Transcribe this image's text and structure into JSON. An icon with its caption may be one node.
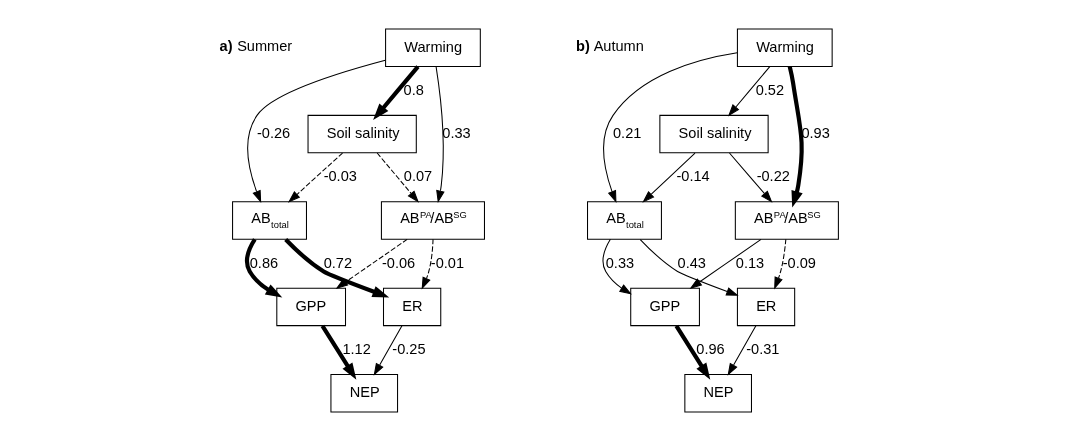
{
  "diagram": {
    "nodes": [
      {
        "text": [
          "Warming"
        ]
      },
      {
        "text": [
          "Soil salinity"
        ]
      },
      {
        "text": [
          "AB$_{total}$"
        ]
      },
      {
        "text": [
          "AB$^{PA}$/AB$^{SG}$"
        ]
      },
      {
        "text": [
          "GPP"
        ]
      },
      {
        "text": [
          "ER"
        ]
      },
      {
        "text": [
          "NEP"
        ]
      },
      {
        "text": [
          "Warming"
        ]
      },
      {
        "text": [
          "Soil salinity"
        ]
      },
      {
        "text": [
          "AB$_{total}$"
        ]
      },
      {
        "text": [
          "AB$^{PA}$/AB$^{SG}$"
        ]
      },
      {
        "text": [
          "GPP"
        ]
      },
      {
        "text": [
          "ER"
        ]
      },
      {
        "text": [
          "NEP"
        ]
      }
    ],
    "edges": [
      {
        "from": 0,
        "to": 1,
        "arrow": "to",
        "label": "0.8",
        "style": "thick"
      },
      {
        "from": 0,
        "to": 2,
        "arrow": "to",
        "label": "-0.26"
      },
      {
        "from": 0,
        "to": 3,
        "arrow": "to",
        "label": "0.33"
      },
      {
        "from": 1,
        "to": 2,
        "arrow": "to",
        "label": "-0.03",
        "style": "dashed"
      },
      {
        "from": 1,
        "to": 3,
        "arrow": "to",
        "label": "0.07",
        "style": "dashed"
      },
      {
        "from": 2,
        "to": 4,
        "arrow": "to",
        "label": "0.86",
        "style": "thick"
      },
      {
        "from": 2,
        "to": 5,
        "arrow": "to",
        "label": "0.72",
        "style": "thick"
      },
      {
        "from": 3,
        "to": 4,
        "arrow": "to",
        "label": "-0.06",
        "style": "dashed"
      },
      {
        "from": 3,
        "to": 5,
        "arrow": "to",
        "label": "-0.01",
        "style": "dashed"
      },
      {
        "from": 4,
        "to": 6,
        "arrow": "to",
        "label": "1.12",
        "style": "thick"
      },
      {
        "from": 5,
        "to": 6,
        "arrow": "to",
        "label": "-0.25"
      },
      {
        "from": 7,
        "to": 8,
        "arrow": "to",
        "label": "0.52"
      },
      {
        "from": 7,
        "to": 9,
        "arrow": "to",
        "label": "0.21"
      },
      {
        "from": 7,
        "to": 10,
        "arrow": "to",
        "label": "0.93",
        "style": "thick"
      },
      {
        "from": 8,
        "to": 9,
        "arrow": "to",
        "label": "-0.14"
      },
      {
        "from": 8,
        "to": 10,
        "arrow": "to",
        "label": "-0.22"
      },
      {
        "from": 9,
        "to": 11,
        "arrow": "to",
        "label": "0.33"
      },
      {
        "from": 9,
        "to": 12,
        "arrow": "to",
        "label": "0.43"
      },
      {
        "from": 10,
        "to": 11,
        "arrow": "to",
        "label": "0.13"
      },
      {
        "from": 10,
        "to": 12,
        "arrow": "to",
        "label": "-0.09",
        "style": "dashed"
      },
      {
        "from": 11,
        "to": 13,
        "arrow": "to",
        "label": "0.96",
        "style": "thick"
      },
      {
        "from": 12,
        "to": 13,
        "arrow": "to",
        "label": "-0.31"
      }
    ],
    "labels": [
      "**a)** Summer",
      "**b)** Autumn"
    ]
  }
}
